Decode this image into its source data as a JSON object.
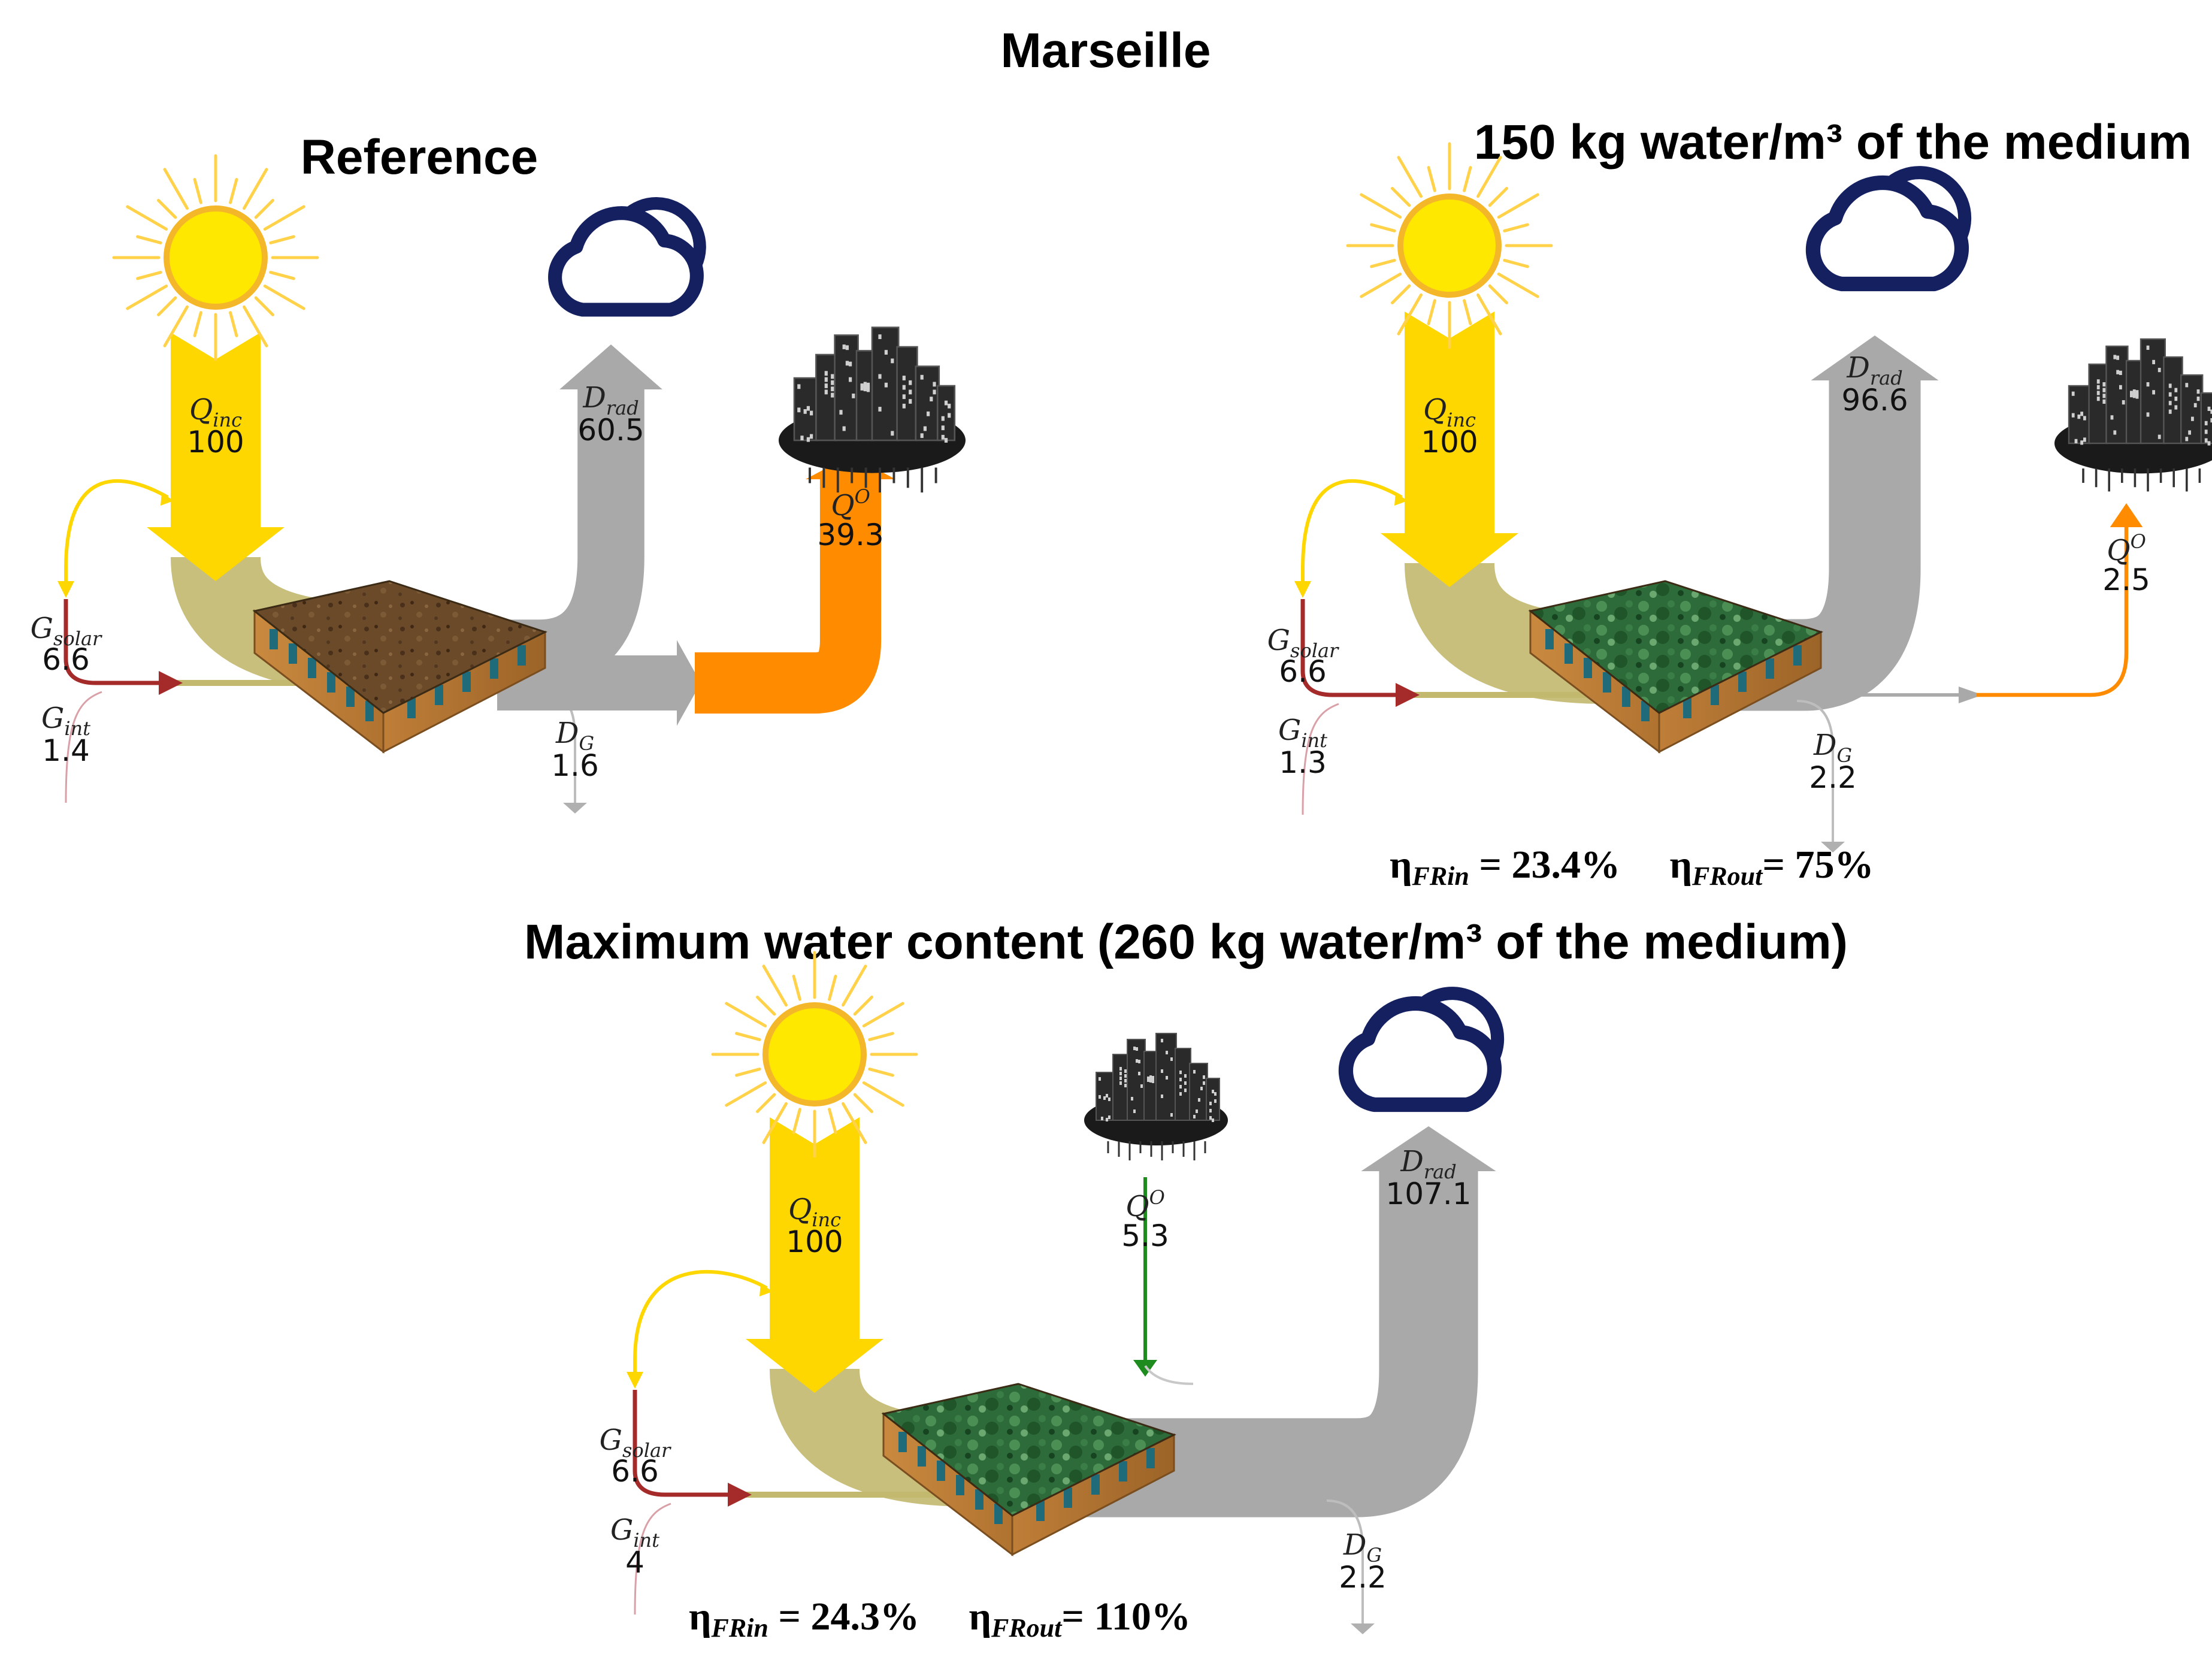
{
  "main_title": "Marseille",
  "colors": {
    "solar_yellow": "#FFD700",
    "absorbed_olive": "#C2B86E",
    "radiation_gray": "#A9A9A9",
    "urban_orange": "#FF8C00",
    "urban_green": "#1E8B1E",
    "internal_red": "#A52A2A",
    "cloud_navy": "#142060"
  },
  "panels": [
    {
      "title": "Reference",
      "roof": "bare-soil-roof",
      "flows": {
        "q_inc": {
          "symbol": "Q",
          "sub": "inc",
          "value": "100"
        },
        "d_rad": {
          "symbol": "D",
          "sub": "rad",
          "value": "60.5"
        },
        "q_o": {
          "symbol": "Q",
          "sup": "O",
          "value": "39.3",
          "direction": "to-city"
        },
        "g_solar": {
          "symbol": "G",
          "sub": "solar",
          "value": "6.6"
        },
        "g_int": {
          "symbol": "G",
          "sub": "int",
          "value": "1.4"
        },
        "d_g": {
          "symbol": "D",
          "sub": "G",
          "value": "1.6"
        }
      },
      "efficiency": null
    },
    {
      "title": "150 kg water/m³ of the medium",
      "roof": "green-roof",
      "flows": {
        "q_inc": {
          "symbol": "Q",
          "sub": "inc",
          "value": "100"
        },
        "d_rad": {
          "symbol": "D",
          "sub": "rad",
          "value": "96.6"
        },
        "q_o": {
          "symbol": "Q",
          "sup": "O",
          "value": "2.5",
          "direction": "to-city"
        },
        "g_solar": {
          "symbol": "G",
          "sub": "solar",
          "value": "6.6"
        },
        "g_int": {
          "symbol": "G",
          "sub": "int",
          "value": "1.3"
        },
        "d_g": {
          "symbol": "D",
          "sub": "G",
          "value": "2.2"
        }
      },
      "efficiency": {
        "in_symbol": "η",
        "in_sub": "FRin",
        "in_value": "= 23.4%",
        "out_symbol": "η",
        "out_sub": "FRout",
        "out_value": "= 75%"
      }
    },
    {
      "title": "Maximum water content (260 kg water/m³ of the medium)",
      "roof": "green-roof",
      "flows": {
        "q_inc": {
          "symbol": "Q",
          "sub": "inc",
          "value": "100"
        },
        "d_rad": {
          "symbol": "D",
          "sub": "rad",
          "value": "107.1"
        },
        "q_o": {
          "symbol": "Q",
          "sup": "O",
          "value": "5.3",
          "direction": "from-city"
        },
        "g_solar": {
          "symbol": "G",
          "sub": "solar",
          "value": "6.6"
        },
        "g_int": {
          "symbol": "G",
          "sub": "int",
          "value": "4"
        },
        "d_g": {
          "symbol": "D",
          "sub": "G",
          "value": "2.2"
        }
      },
      "efficiency": {
        "in_symbol": "η",
        "in_sub": "FRin",
        "in_value": "= 24.3%",
        "out_symbol": "η",
        "out_sub": "FRout",
        "out_value": "= 110%"
      }
    }
  ]
}
